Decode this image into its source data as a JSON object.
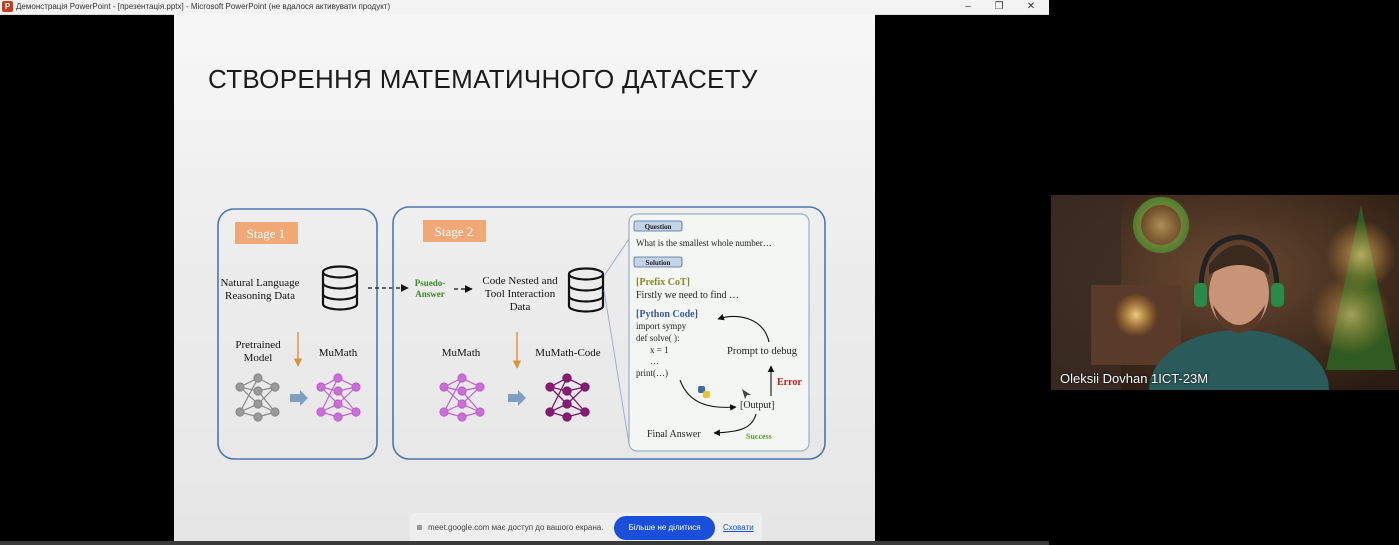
{
  "window": {
    "title": "Демонстрація PowerPoint - [презентація.pptx] - Microsoft PowerPoint (не вдалося активувати продукт)",
    "app_icon_letter": "P",
    "minimize": "–",
    "restore": "❐",
    "close": "✕"
  },
  "slide": {
    "title": "СТВОРЕННЯ МАТЕМАТИЧНОГО ДАТАСЕТУ"
  },
  "diagram": {
    "stage1": {
      "badge": "Stage 1",
      "data_line1": "Natural Language",
      "data_line2": "Reasoning Data",
      "model_line1": "Pretrained",
      "model_line2": "Model",
      "result": "MuMath"
    },
    "pseudo_line1": "Psuedo-",
    "pseudo_line2": "Answer",
    "stage2": {
      "badge": "Stage 2",
      "data_line1": "Code Nested and",
      "data_line2": "Tool Interaction",
      "data_line3": "Data",
      "model": "MuMath",
      "result": "MuMath-Code"
    },
    "panel": {
      "question_tag": "Question",
      "question_text": "What is the smallest whole number…",
      "solution_tag": "Solution",
      "prefix_label": "[Prefix CoT]",
      "prefix_text": "Firstly we need to find …",
      "code_label": "[Python Code]",
      "code_lines": [
        "import sympy",
        "def solve( ):",
        "x = 1",
        "…",
        "print(…)"
      ],
      "prompt_debug": "Prompt to debug",
      "error": "Error",
      "output": "[Output]",
      "final_answer": "Final Answer",
      "success": "Success"
    }
  },
  "sharebar": {
    "message": "meet.google.com має доступ до вашого екрана.",
    "stop_button": "Більше не ділитися",
    "hide_link": "Сховати"
  },
  "video": {
    "participant_name": "Oleksii Dovhan 1ICT-23M"
  },
  "colors": {
    "stage_border": "#4a78ad",
    "badge": "#f0a877",
    "arrow_orange": "#d9933f",
    "pseudo_green": "#3a8a2a",
    "prefix_olive": "#8a8a2a",
    "code_blue": "#3a5aa0",
    "error_red": "#b8221a",
    "success_green": "#5aa02a",
    "share_blue": "#1a4fd9"
  }
}
